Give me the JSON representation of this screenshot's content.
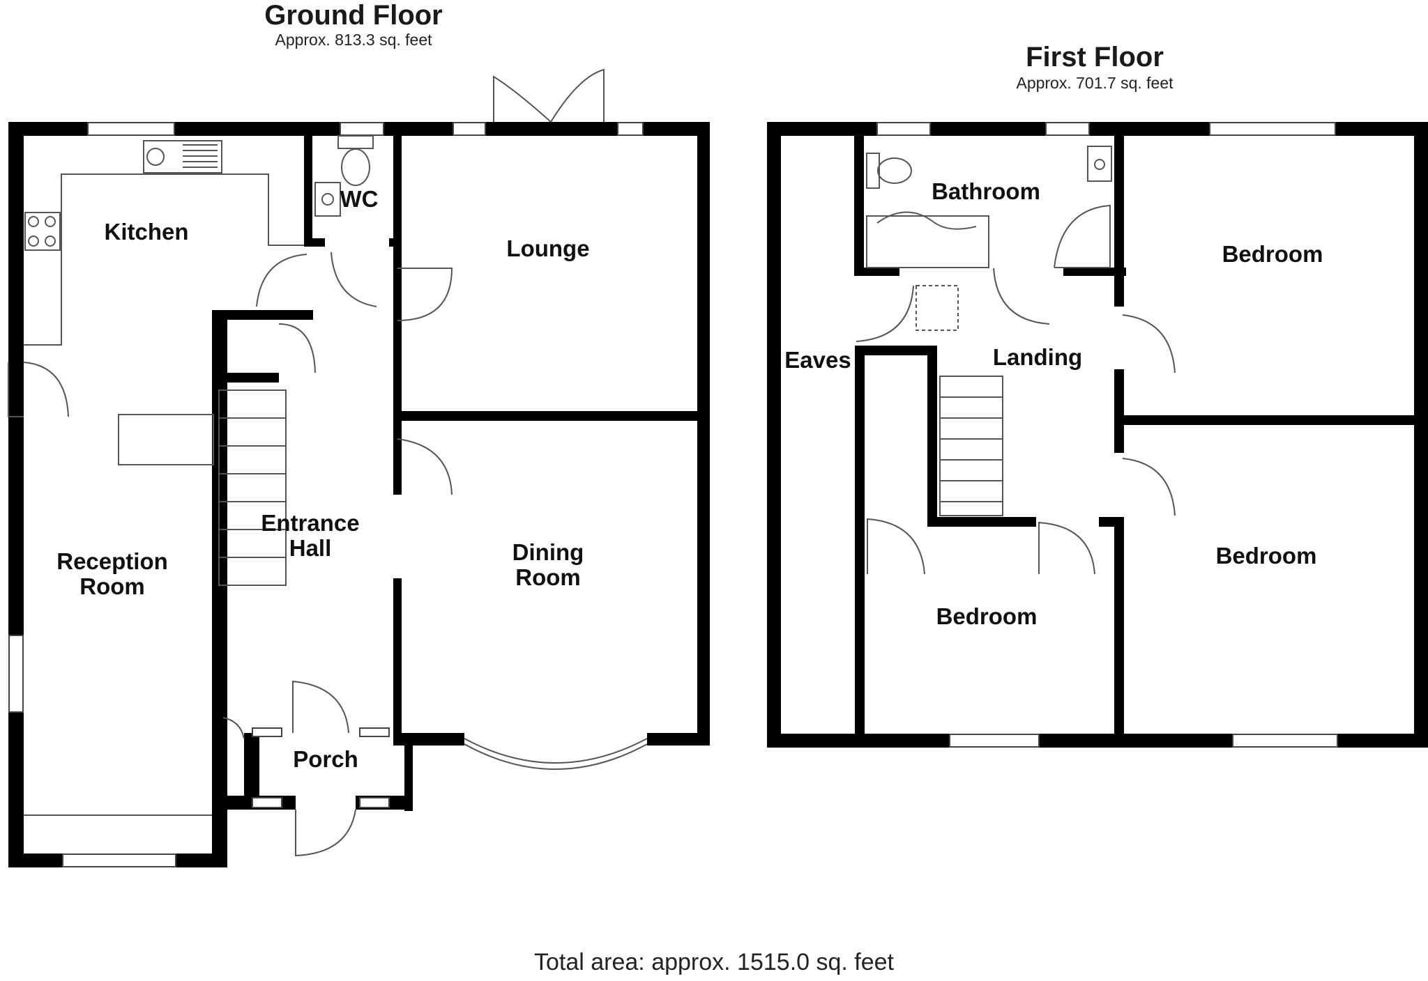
{
  "ground_floor": {
    "title": "Ground Floor",
    "area": "Approx. 813.3 sq. feet",
    "rooms": {
      "kitchen": "Kitchen",
      "wc": "WC",
      "lounge": "Lounge",
      "reception_line1": "Reception",
      "reception_line2": "Room",
      "hall_line1": "Entrance",
      "hall_line2": "Hall",
      "dining_line1": "Dining",
      "dining_line2": "Room",
      "porch": "Porch"
    }
  },
  "first_floor": {
    "title": "First Floor",
    "area": "Approx. 701.7 sq. feet",
    "rooms": {
      "bathroom": "Bathroom",
      "bedroom_top_right": "Bedroom",
      "eaves": "Eaves",
      "landing": "Landing",
      "bedroom_bottom_right": "Bedroom",
      "bedroom_bottom_middle": "Bedroom"
    }
  },
  "total_area": "Total area: approx. 1515.0 sq. feet",
  "colors": {
    "wall": "#000000",
    "fixture_line": "#666666",
    "background": "#ffffff"
  }
}
